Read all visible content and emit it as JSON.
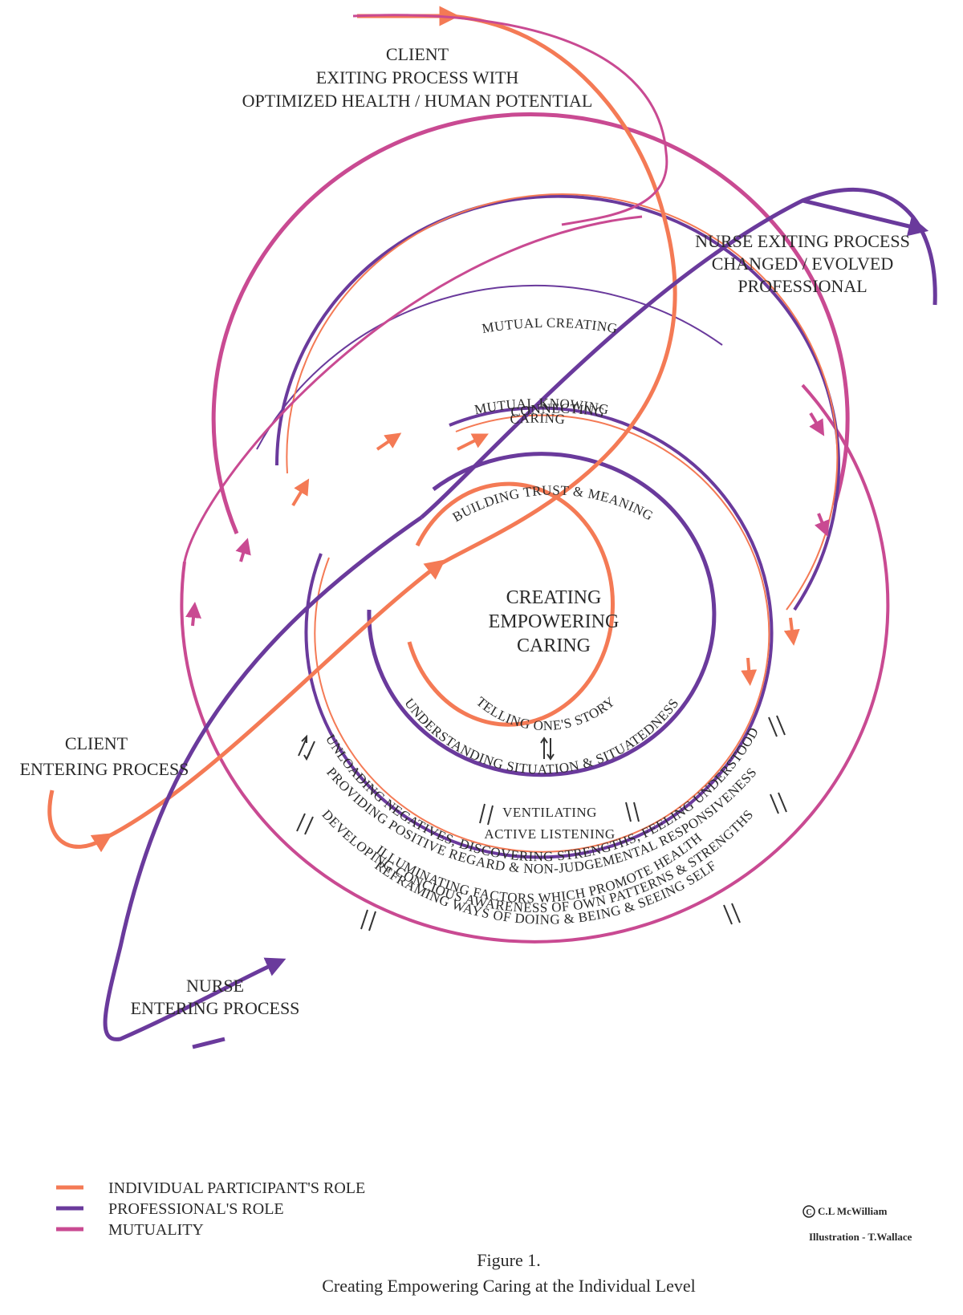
{
  "labels": {
    "client_exit": [
      "CLIENT",
      "EXITING PROCESS WITH",
      "OPTIMIZED HEALTH / HUMAN POTENTIAL"
    ],
    "nurse_exit": [
      "NURSE EXITING PROCESS",
      "CHANGED / EVOLVED",
      "PROFESSIONAL"
    ],
    "client_enter": [
      "CLIENT",
      "ENTERING PROCESS"
    ],
    "nurse_enter": [
      "NURSE",
      "ENTERING PROCESS"
    ],
    "center": [
      "CREATING",
      "EMPOWERING",
      "CARING"
    ]
  },
  "ring_labels_top": {
    "mutual_creating": "MUTUAL CREATING",
    "mutual_knowing": "MUTUAL KNOWING",
    "caring": "CARING",
    "connecting": "CONNECTING",
    "building_trust": "BUILDING TRUST & MEANING"
  },
  "ring_labels_bottom": {
    "telling_story": "TELLING ONE'S STORY",
    "understanding": "UNDERSTANDING SITUATION & SITUATEDNESS",
    "ventilating": "VENTILATING",
    "active_listening": "ACTIVE LISTENING",
    "unloading": "UNLOADING NEGATIVES, DISCOVERING STRENGTHS, FEELING UNDERSTOOD",
    "providing": "PROVIDING POSITIVE REGARD & NON-JUDGEMENTAL RESPONSIVENESS",
    "developing": "DEVELOPING CONCIOUS AWARENESS OF OWN PATTERNS & STRENGTHS",
    "illuminating": "ILLUMINATING FACTORS WHICH PROMOTE HEALTH",
    "reframing": "REFRAMING WAYS OF DOING & BEING & SEEING SELF"
  },
  "legend": [
    {
      "label": "INDIVIDUAL PARTICIPANT'S ROLE",
      "color": "#f47a55"
    },
    {
      "label": "PROFESSIONAL'S ROLE",
      "color": "#6a3a9c"
    },
    {
      "label": "MUTUALITY",
      "color": "#c94a92"
    }
  ],
  "credits": {
    "copyright": "C.L McWilliam",
    "illustration": "Illustration - T.Wallace"
  },
  "caption": {
    "figure": "Figure 1.",
    "title": "Creating Empowering Caring at the Individual Level"
  },
  "colors": {
    "individual": "#f47a55",
    "professional": "#6a3a9c",
    "mutuality": "#c94a92"
  }
}
